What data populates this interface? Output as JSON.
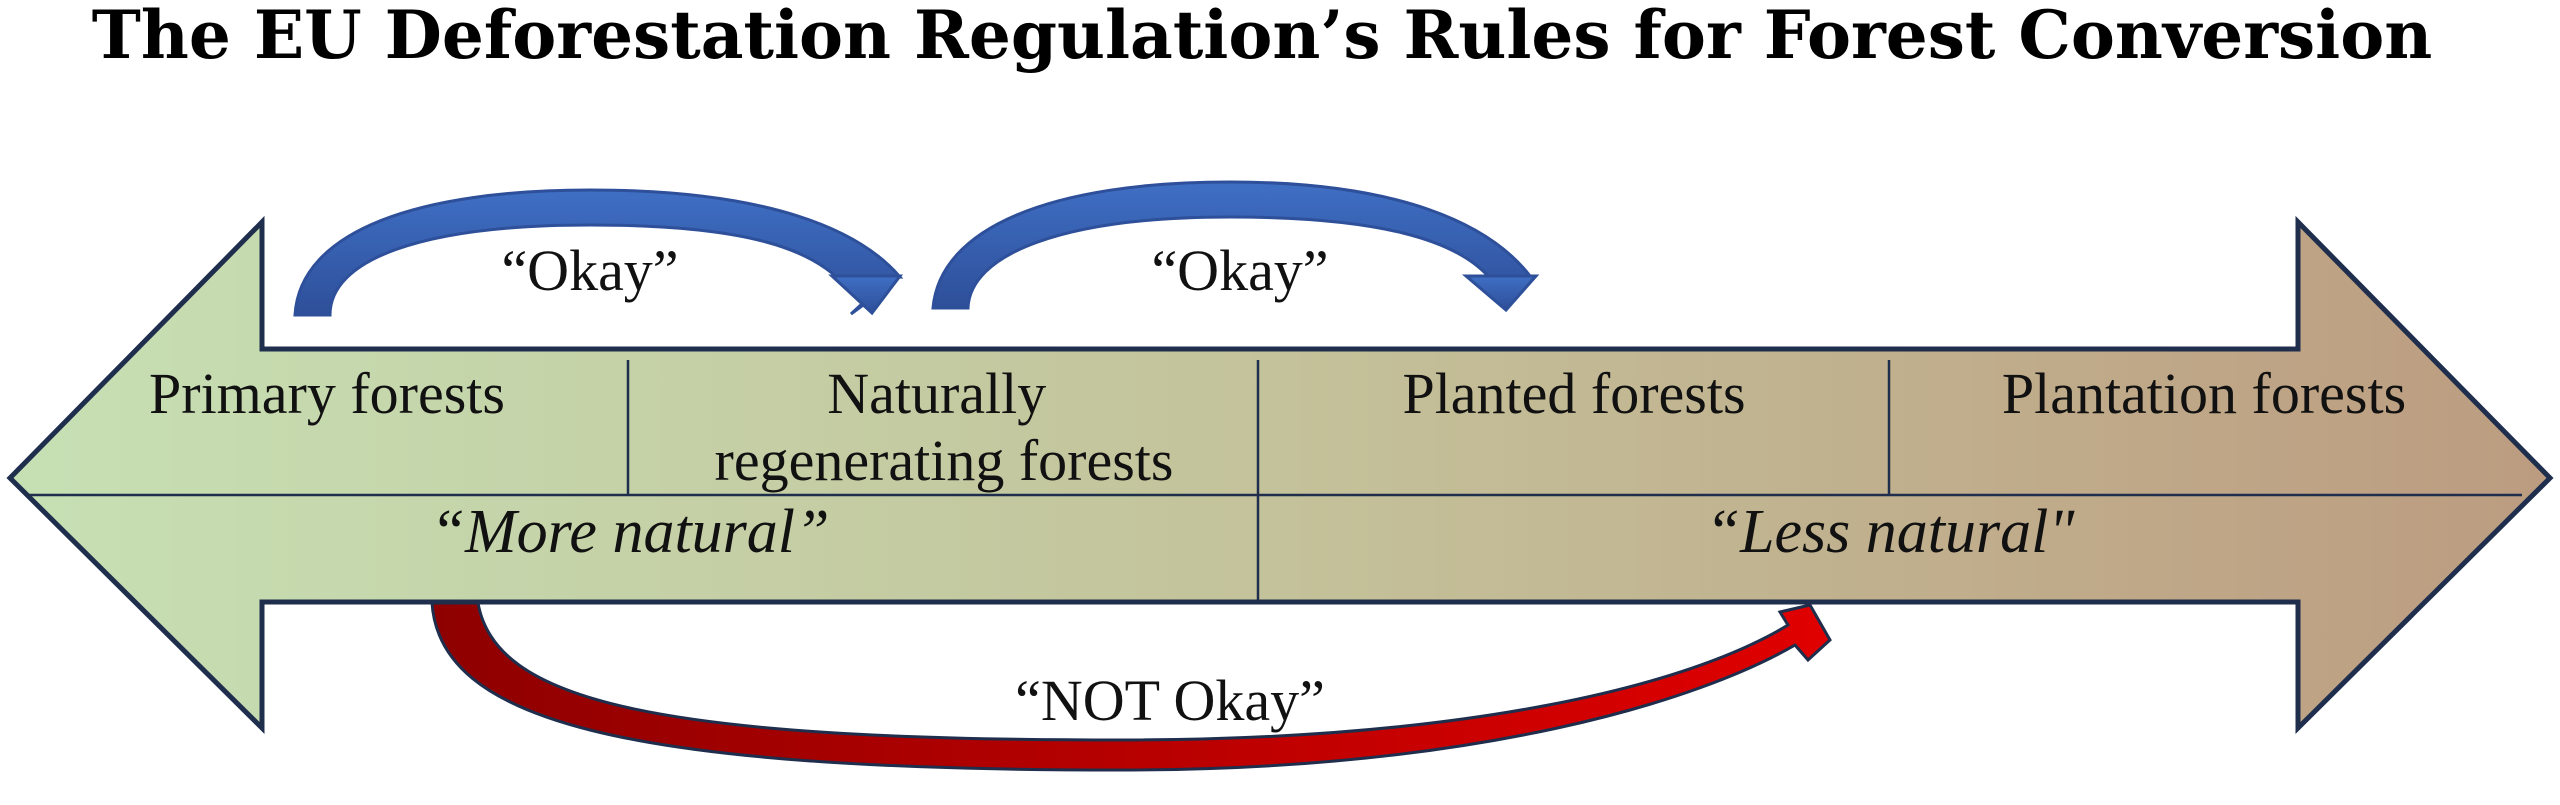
{
  "title": "The EU Deforestation Regulation’s Rules for Forest Conversion",
  "categories": [
    {
      "lines": [
        "Primary forests"
      ]
    },
    {
      "lines": [
        "Naturally",
        "regenerating forests"
      ]
    },
    {
      "lines": [
        "Planted forests"
      ]
    },
    {
      "lines": [
        "Plantation forests"
      ]
    }
  ],
  "naturalness": {
    "more": "“More natural”",
    "less": "“Less natural\""
  },
  "transitions": {
    "okay_1": "“Okay”",
    "okay_2": "“Okay”",
    "not_okay": "“NOT Okay”"
  },
  "colors": {
    "gradient_start": "#c6e0b4",
    "gradient_mid": "#c4c29a",
    "gradient_end": "#bc9c80",
    "outline": "#1f2e4d",
    "okay_arrow": "#3f6fc4",
    "okay_arrow_dark": "#2e4f99",
    "not_okay_arrow": "#e00000",
    "not_okay_arrow_dark": "#8e0000"
  }
}
